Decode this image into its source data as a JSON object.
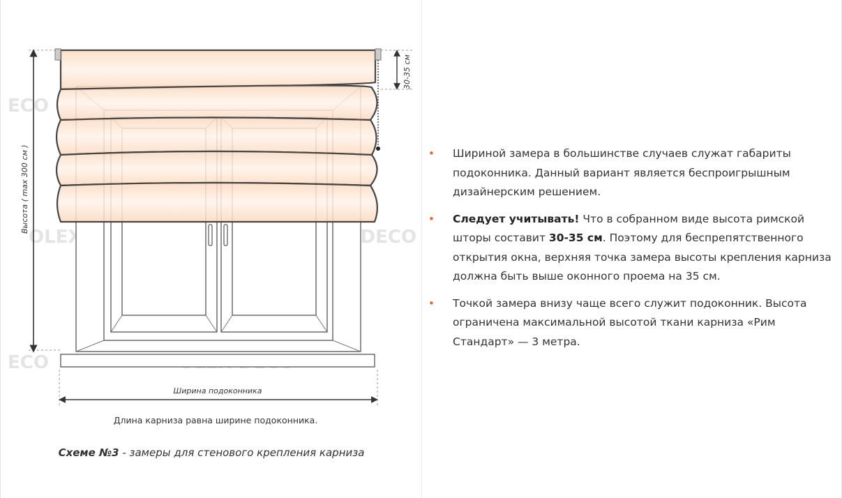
{
  "diagram": {
    "height_label": "Высота ( max 300 см )",
    "gap_label": "30-35 см",
    "width_label": "Ширина подоконника",
    "note": "Длина карниза равна ширине подоконника.",
    "watermark": "OLEX DECO",
    "watermark_short": "ECO",
    "fabric_color": "#fde3cf"
  },
  "caption": {
    "title": "Схеме №3",
    "rest": " - замеры для стенового крепления карниза"
  },
  "notes": [
    {
      "lead": "",
      "text_1": "Шириной замера в большинстве случаев служат габариты подоконника. Данный вариант является беспроигрышным дизайнерским решением.",
      "strong": "",
      "text_2": ""
    },
    {
      "lead": "Следует учитывать!",
      "text_1": " Что в собранном виде высота римской шторы составит ",
      "strong": "30-35 см",
      "text_2": ". Поэтому для беспрепятственного открытия окна, верхняя точка замера высоты крепления карниза должна быть выше оконного проема на 35 см."
    },
    {
      "lead": "",
      "text_1": "Точкой замера внизу чаще всего служит подоконник. Высота ограничена максимальной высотой ткани карниза «Рим Стандарт» — 3 метра.",
      "strong": "",
      "text_2": ""
    }
  ],
  "bullet_symbol": "•",
  "bullet_color": "#e8612c"
}
